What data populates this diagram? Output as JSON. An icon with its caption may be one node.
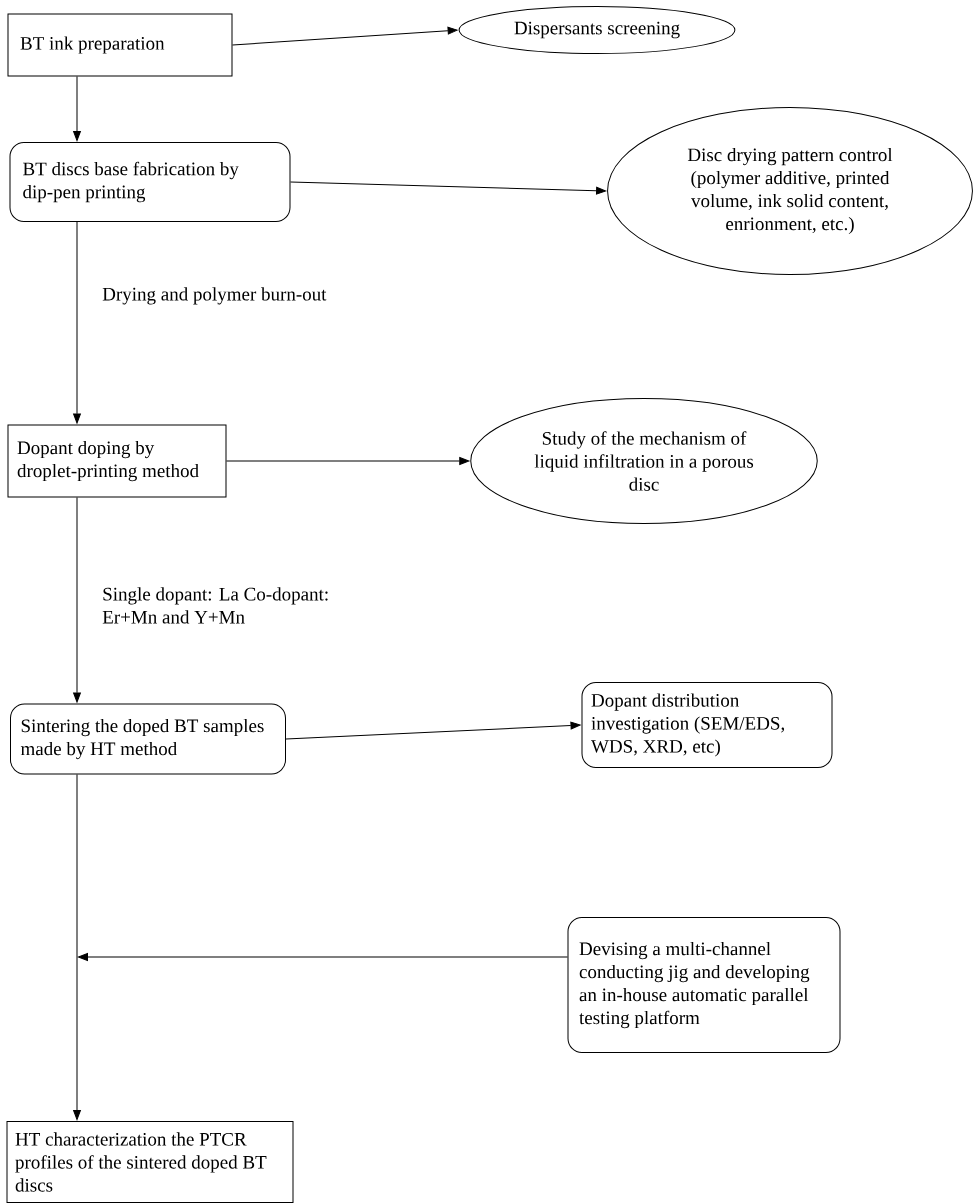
{
  "diagram": {
    "nodes": [
      {
        "text": [
          "BT ink preparation"
        ]
      },
      {
        "text": [
          "Dispersants screening"
        ]
      },
      {
        "text": [
          "BT discs base fabrication by dip-pen printing"
        ]
      },
      {
        "text": [
          "Disc drying pattern control (polymer additive, printed volume, ink solid content, enrionment, etc.)"
        ]
      },
      {
        "text": [
          "Dopant doping by droplet-printing method"
        ]
      },
      {
        "text": [
          "Study of the mechanism of liquid infiltration in a porous disc"
        ]
      },
      {
        "text": [
          "Sintering the doped BT samples made by HT method"
        ]
      },
      {
        "text": [
          "Dopant distribution investigation (SEM/EDS, WDS, XRD, etc)"
        ]
      },
      {
        "text": [
          "HT characterization the PTCR profiles of the sintered doped BT discs"
        ]
      },
      {
        "text": [
          "Devising a multi-channel conducting jig and developing an in-house automatic parallel testing platform"
        ]
      }
    ],
    "edges": [
      {
        "from": 0,
        "to": 1,
        "arrow": "to"
      },
      {
        "from": 0,
        "to": 2,
        "arrow": "to"
      },
      {
        "from": 2,
        "to": 3,
        "arrow": "to"
      },
      {
        "from": 2,
        "to": 4,
        "arrow": "to",
        "label": "Drying and polymer burn-out"
      },
      {
        "from": 4,
        "to": 5,
        "arrow": "to"
      },
      {
        "from": 4,
        "to": 6,
        "arrow": "to",
        "label": "Single dopant: La Co-dopant: Er+Mn and Y+Mn"
      },
      {
        "from": 6,
        "to": 7,
        "arrow": "to"
      },
      {
        "from": 6,
        "to": 8,
        "arrow": "to"
      },
      {
        "from": 9,
        "to": null,
        "arrow": "to"
      }
    ]
  }
}
